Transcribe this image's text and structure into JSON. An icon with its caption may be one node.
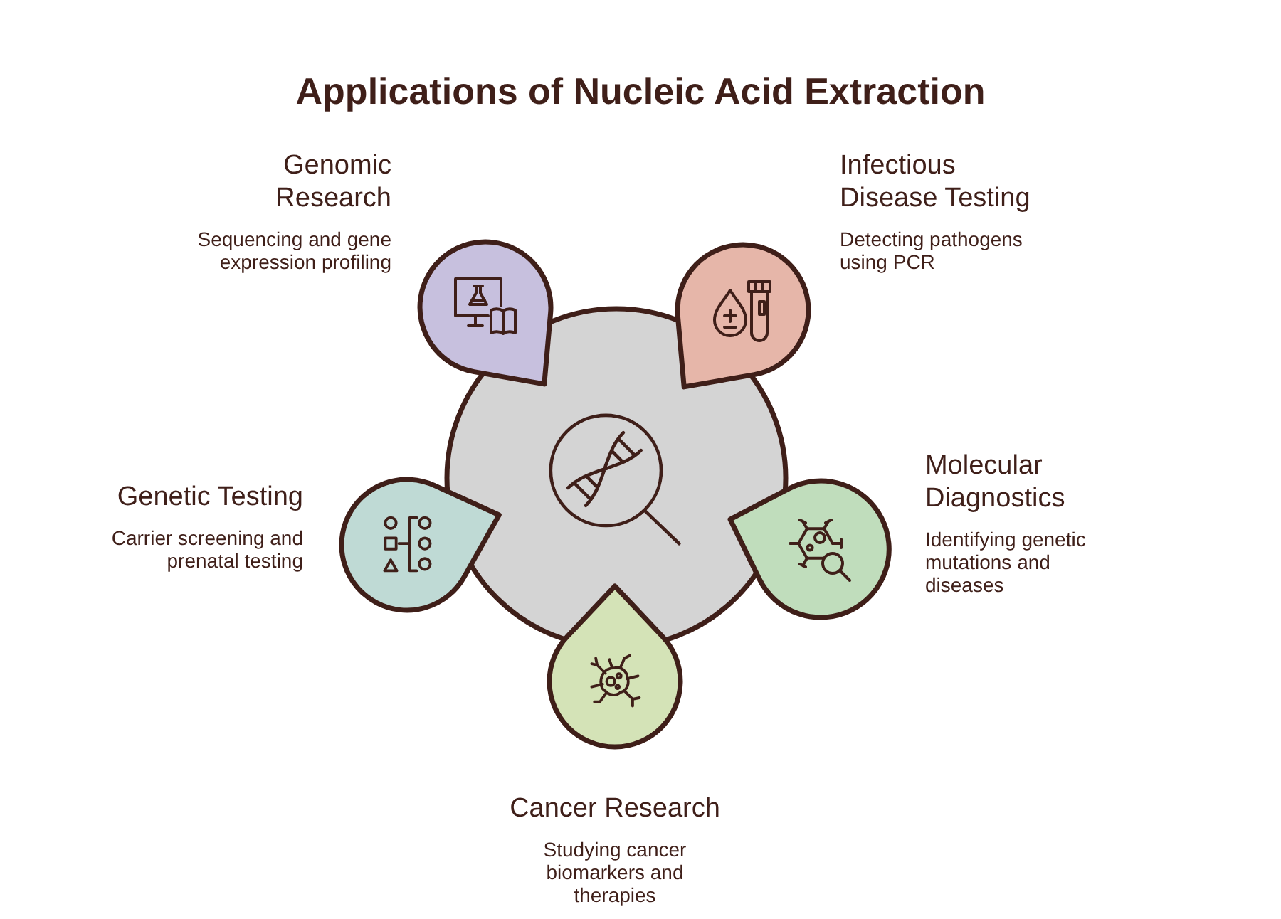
{
  "diagram": {
    "title": "Applications of Nucleic Acid Extraction",
    "nodes": [
      {
        "text": [],
        "shape": "circle"
      },
      {
        "text": [
          "Genomic Research",
          "Sequencing and gene expression profiling"
        ]
      },
      {
        "text": [
          "Infectious Disease Testing",
          "Detecting pathogens using PCR"
        ]
      },
      {
        "text": [
          "Genetic Testing",
          "Carrier screening and prenatal testing"
        ]
      },
      {
        "text": [
          "Molecular Diagnostics",
          "Identifying genetic mutations and diseases"
        ]
      },
      {
        "text": [
          "Cancer Research",
          "Studying cancer biomarkers and therapies"
        ]
      }
    ]
  }
}
